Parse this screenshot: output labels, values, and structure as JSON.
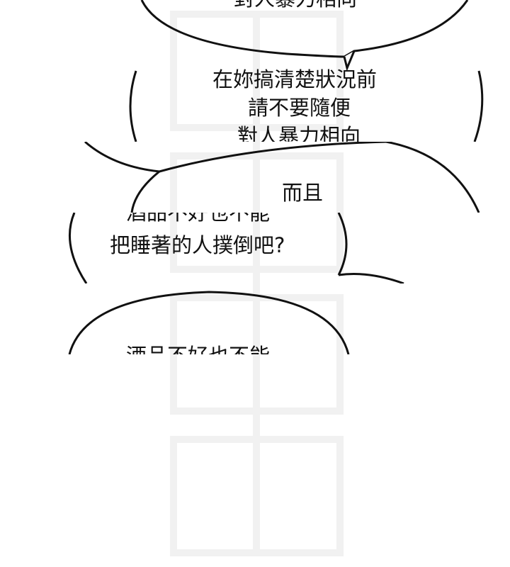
{
  "colors": {
    "background": "#ffffff",
    "ink": "#111111"
  },
  "panels": [
    {
      "id": "panel-1",
      "bubbles": [
        {
          "lines": [
            "對人暴力相向"
          ]
        },
        {
          "lines": [
            "在妳搞清楚狀況前",
            "請不要隨便",
            "對人暴力相向"
          ]
        }
      ]
    },
    {
      "id": "panel-2",
      "bubbles": [
        {
          "lines": [
            "而且"
          ]
        },
        {
          "lines": [
            "酒品不好也不能",
            "把睡著的人撲倒吧?"
          ]
        }
      ]
    },
    {
      "id": "panel-3",
      "bubbles": [
        {
          "lines": [
            "酒品不好也不能"
          ]
        }
      ]
    }
  ]
}
